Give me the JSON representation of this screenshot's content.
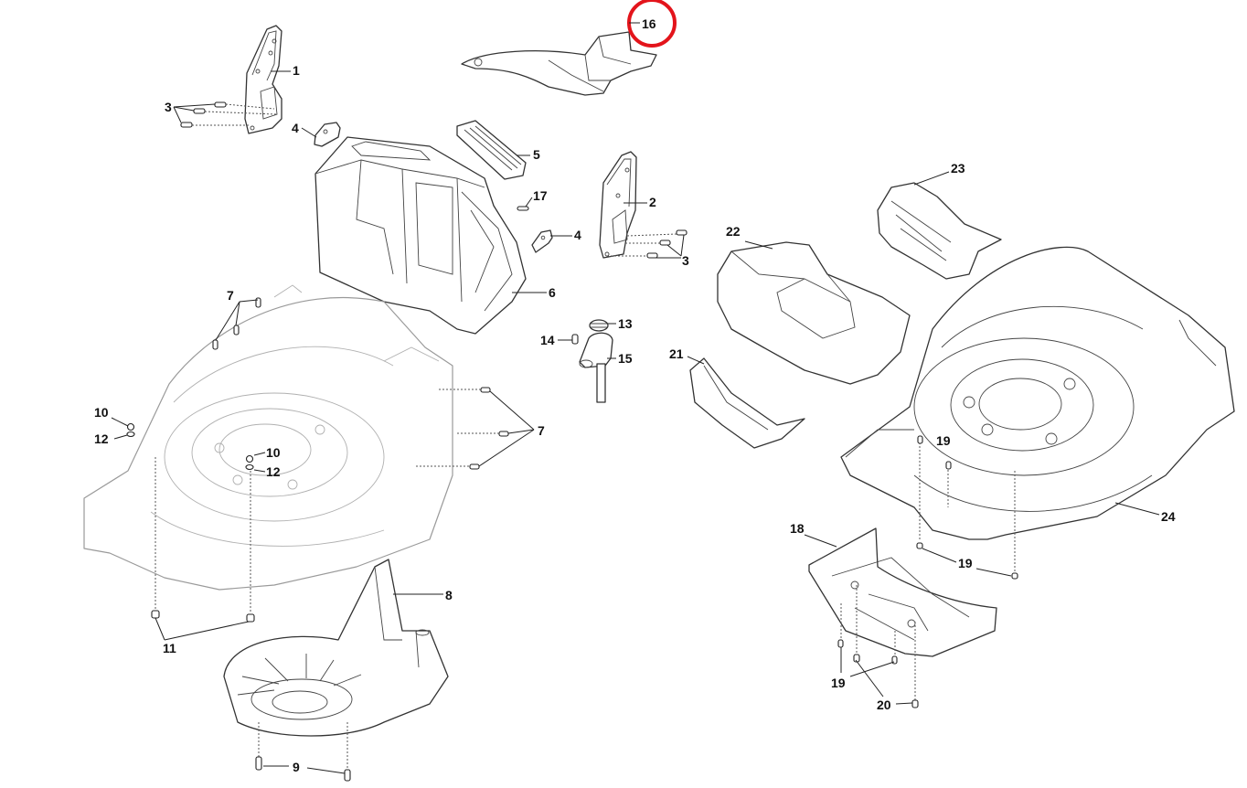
{
  "diagram": {
    "type": "exploded-parts-view",
    "highlighted_part": "16",
    "highlight_color": "#e3141b",
    "labels": {
      "p1": "1",
      "p2": "2",
      "p3a": "3",
      "p3b": "3",
      "p4a": "4",
      "p4b": "4",
      "p5": "5",
      "p6": "6",
      "p7a": "7",
      "p7b": "7",
      "p8": "8",
      "p9": "9",
      "p10a": "10",
      "p10b": "10",
      "p11": "11",
      "p12a": "12",
      "p12b": "12",
      "p13": "13",
      "p14": "14",
      "p15": "15",
      "p16": "16",
      "p17": "17",
      "p18": "18",
      "p19a": "19",
      "p19b": "19",
      "p19c": "19",
      "p20": "20",
      "p21": "21",
      "p22": "22",
      "p23": "23",
      "p24": "24"
    }
  }
}
